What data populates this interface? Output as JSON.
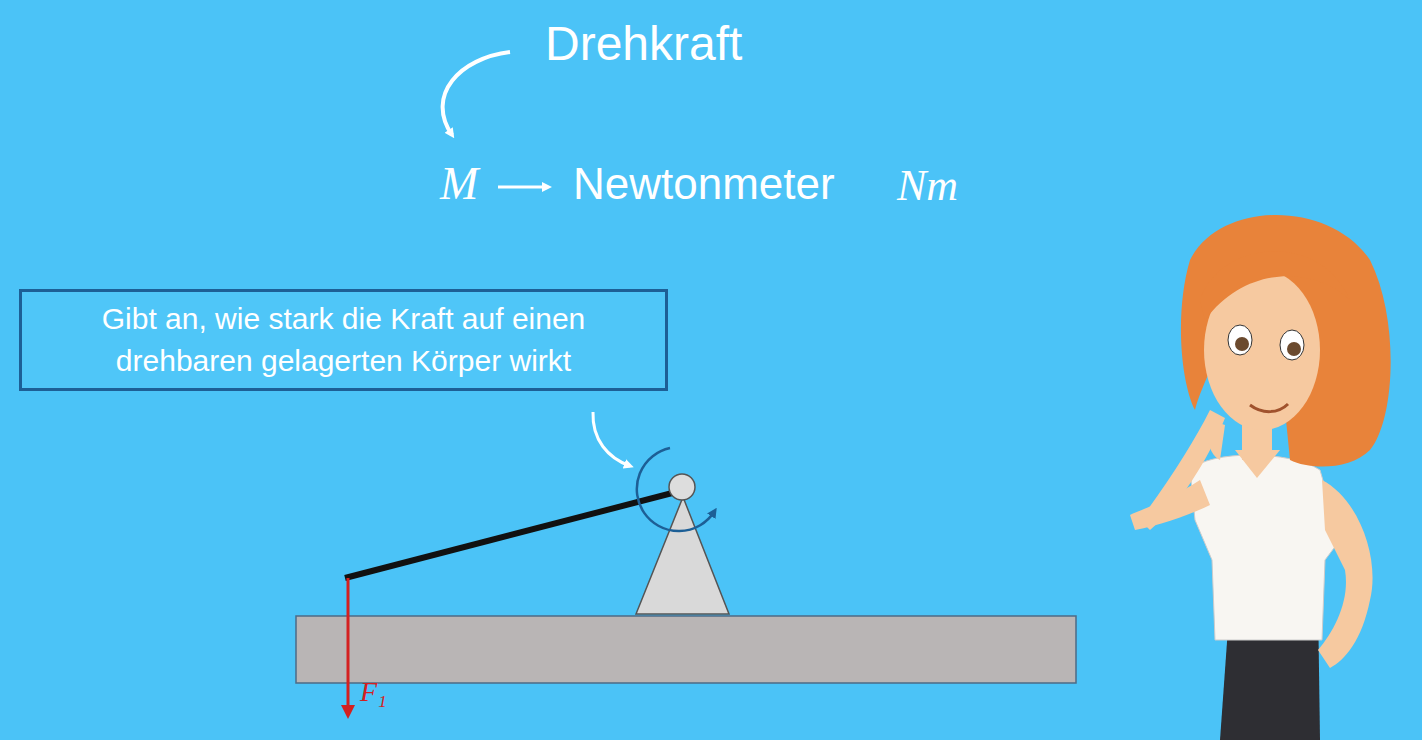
{
  "diagram": {
    "title": "Drehkraft",
    "nodes": [
      {
        "text": [
          "Gibt an, wie stark die Kraft auf einen drehbaren gelagerten Körper wirkt"
        ]
      }
    ],
    "labels": [
      "M",
      "Newtonmeter",
      "Nm",
      "F₁"
    ]
  }
}
